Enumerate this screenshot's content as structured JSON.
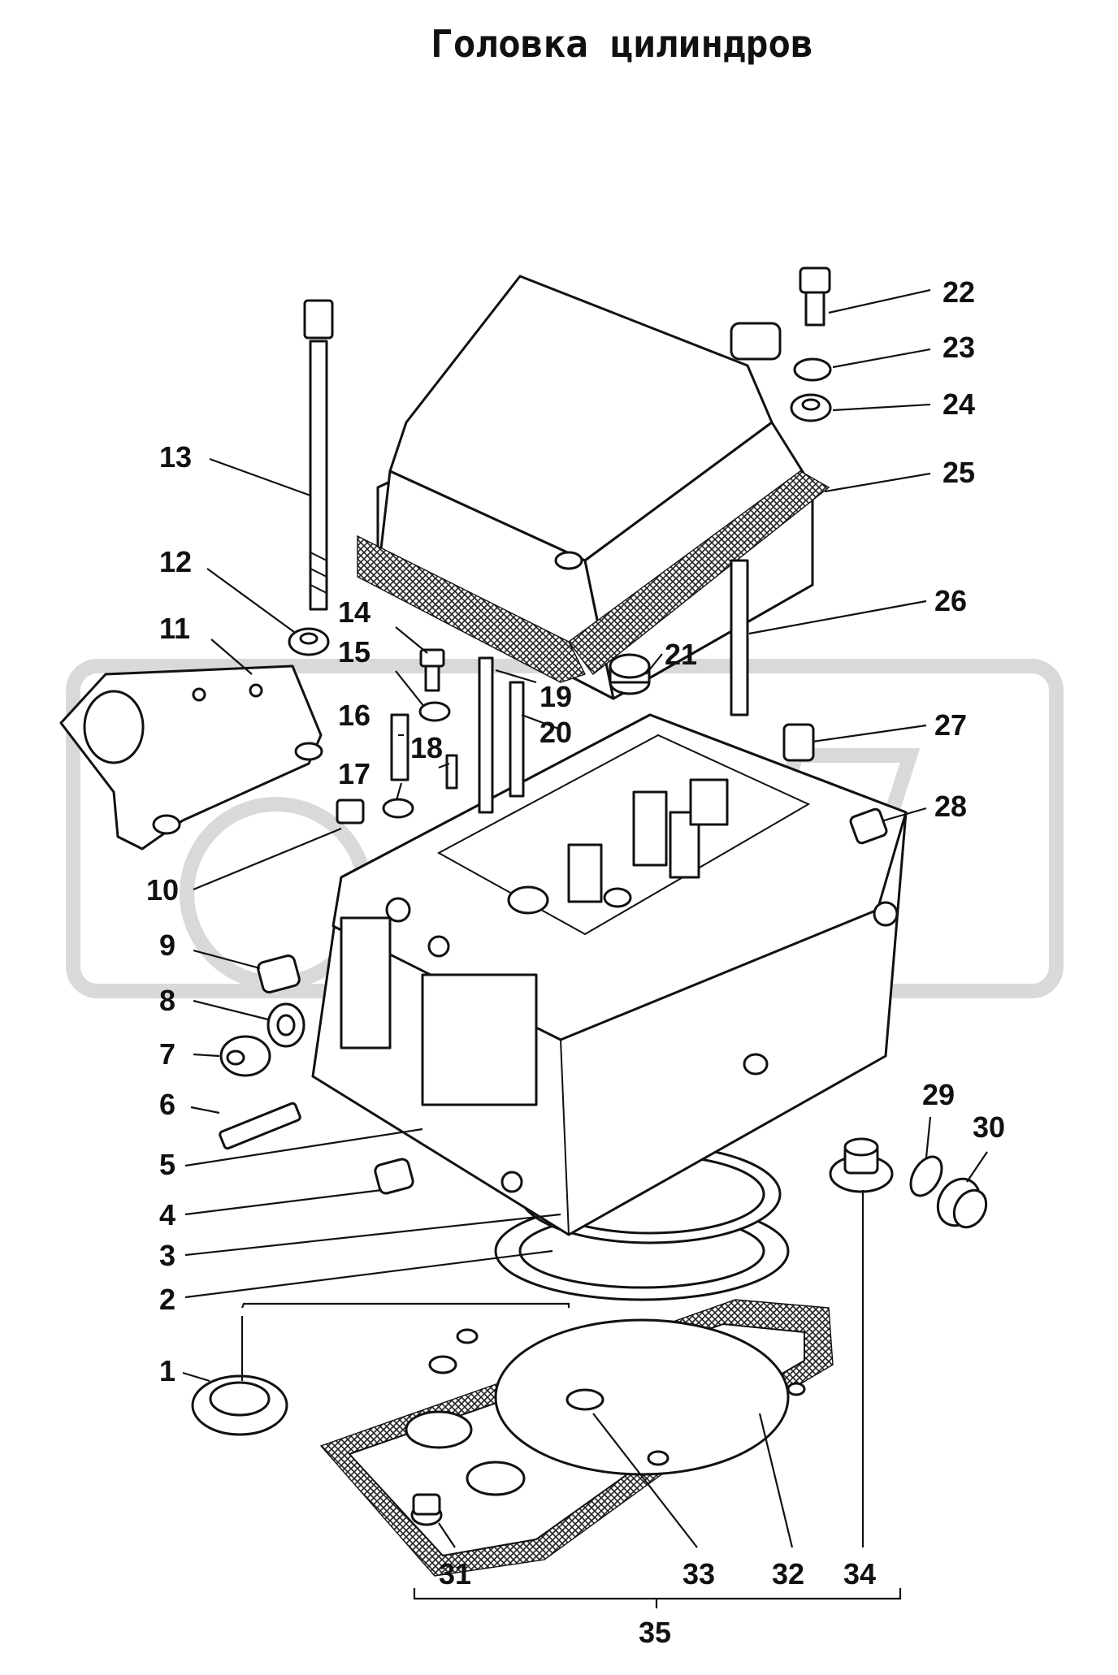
{
  "title": "Головка цилиндров",
  "callouts": [
    {
      "id": "1",
      "label": "1"
    },
    {
      "id": "2",
      "label": "2"
    },
    {
      "id": "3",
      "label": "3"
    },
    {
      "id": "4",
      "label": "4"
    },
    {
      "id": "5",
      "label": "5"
    },
    {
      "id": "6",
      "label": "6"
    },
    {
      "id": "7",
      "label": "7"
    },
    {
      "id": "8",
      "label": "8"
    },
    {
      "id": "9",
      "label": "9"
    },
    {
      "id": "10",
      "label": "10"
    },
    {
      "id": "11",
      "label": "11"
    },
    {
      "id": "12",
      "label": "12"
    },
    {
      "id": "13",
      "label": "13"
    },
    {
      "id": "14",
      "label": "14"
    },
    {
      "id": "15",
      "label": "15"
    },
    {
      "id": "16",
      "label": "16"
    },
    {
      "id": "17",
      "label": "17"
    },
    {
      "id": "18",
      "label": "18"
    },
    {
      "id": "19",
      "label": "19"
    },
    {
      "id": "20",
      "label": "20"
    },
    {
      "id": "21",
      "label": "21"
    },
    {
      "id": "22",
      "label": "22"
    },
    {
      "id": "23",
      "label": "23"
    },
    {
      "id": "24",
      "label": "24"
    },
    {
      "id": "25",
      "label": "25"
    },
    {
      "id": "26",
      "label": "26"
    },
    {
      "id": "27",
      "label": "27"
    },
    {
      "id": "28",
      "label": "28"
    },
    {
      "id": "29",
      "label": "29"
    },
    {
      "id": "30",
      "label": "30"
    },
    {
      "id": "31",
      "label": "31"
    },
    {
      "id": "32",
      "label": "32"
    },
    {
      "id": "33",
      "label": "33"
    },
    {
      "id": "34",
      "label": "34"
    },
    {
      "id": "35",
      "label": "35"
    }
  ]
}
